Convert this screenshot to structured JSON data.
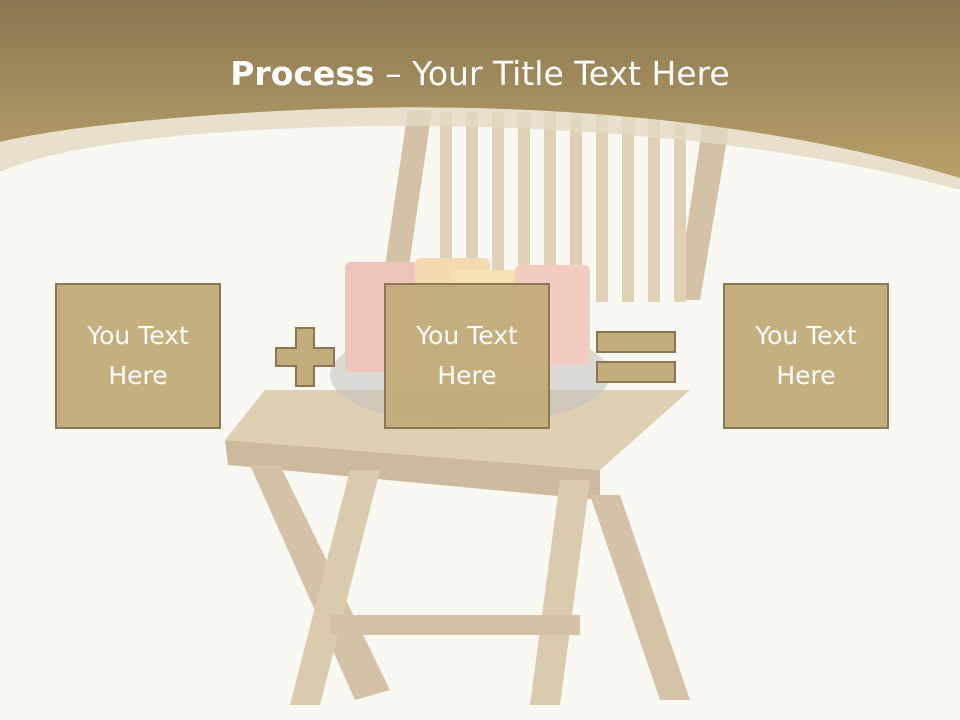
{
  "slide": {
    "title_bold": "Process",
    "title_rest": " – Your Title Text Here",
    "boxes": [
      {
        "text": "You Text Here"
      },
      {
        "text": "You Text Here"
      },
      {
        "text": "You Text Here"
      }
    ],
    "operators": [
      "plus-icon",
      "equals-icon"
    ]
  },
  "colors": {
    "header_gold": "#a8925f",
    "header_dark": "#8a7650",
    "box_fill": "#c4ad7c",
    "box_border": "#8a7650",
    "background": "#faf8f3"
  }
}
